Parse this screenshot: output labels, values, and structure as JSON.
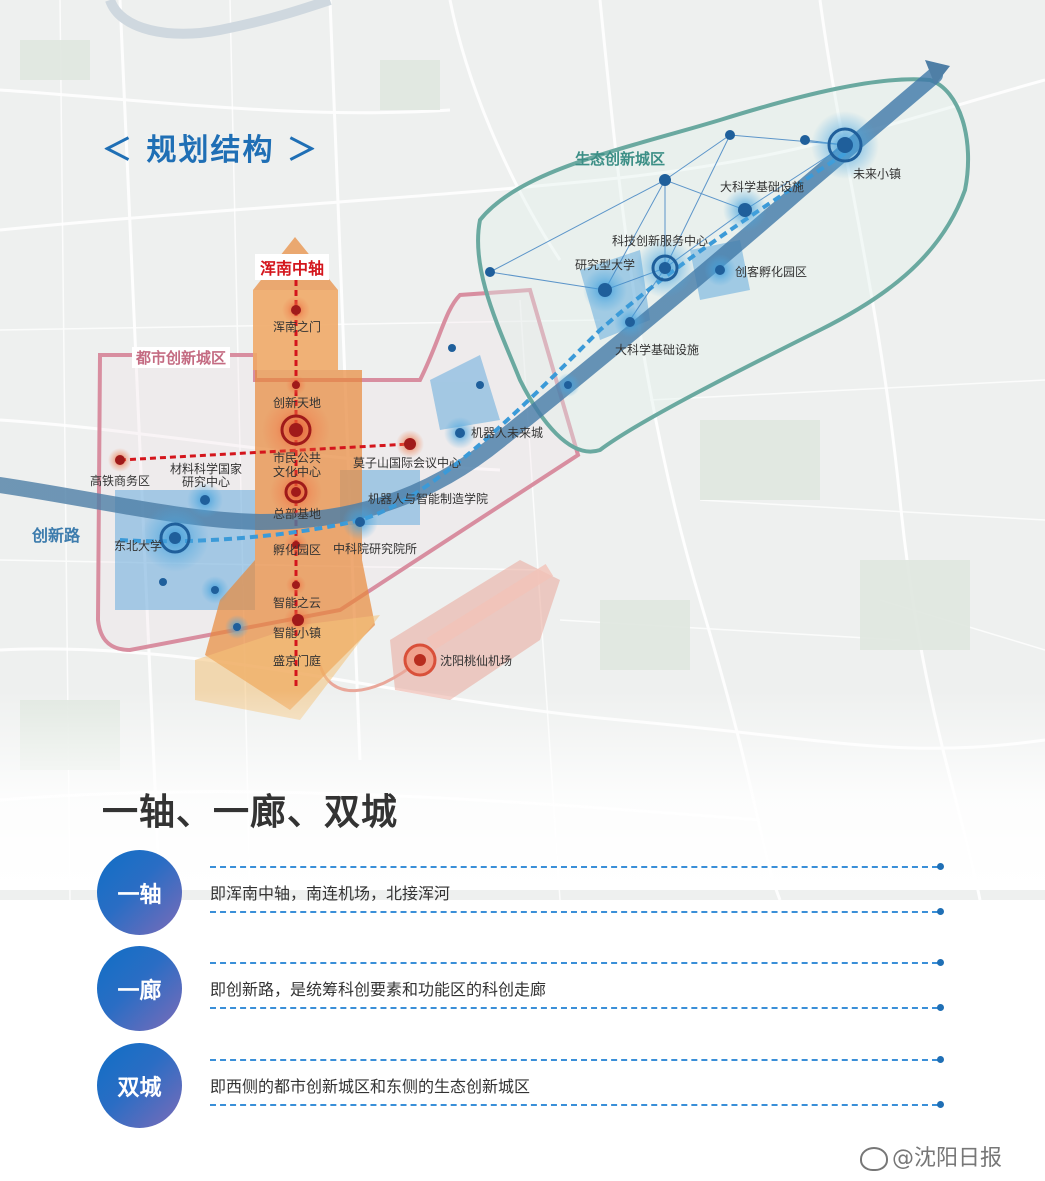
{
  "title": "规划结构",
  "map": {
    "axis_title": "浑南中轴",
    "corridor_label": "创新路",
    "zones": {
      "urban": "都市创新城区",
      "eco": "生态创新城区"
    },
    "labels": {
      "hunnan_gate": "浑南之门",
      "innovation_land": "创新天地",
      "civic_center": "市民公共文化中心",
      "hq_base": "总部基地",
      "mozi_center": "莫子山国际会议中心",
      "hsr_district": "高铁商务区",
      "materials_center": "材料科学国家研究中心",
      "neu": "东北大学",
      "incubation": "孵化园区",
      "cas_institutes": "中科院研究院所",
      "robot_academy": "机器人与智能制造学院",
      "robot_city": "机器人未来城",
      "smart_cloud": "智能之云",
      "smart_town": "智能小镇",
      "shengjing_court": "盛京门庭",
      "airport": "沈阳桃仙机场",
      "research_univ": "研究型大学",
      "tech_service": "科技创新服务中心",
      "big_sci_1": "大科学基础设施",
      "big_sci_2": "大科学基础设施",
      "maker_park": "创客孵化园区",
      "future_town": "未来小镇"
    }
  },
  "summary": {
    "title": "一轴、一廊、双城",
    "items": [
      {
        "badge": "一轴",
        "desc": "即浑南中轴，南连机场，北接浑河"
      },
      {
        "badge": "一廊",
        "desc": "即创新路，是统筹科创要素和功能区的科创走廊"
      },
      {
        "badge": "双城",
        "desc": "即西侧的都市创新城区和东侧的生态创新城区"
      }
    ]
  },
  "watermark": "@沈阳日报",
  "colors": {
    "accent_blue": "#1f6fb5",
    "axis_red": "#d4151c",
    "axis_orange": "#e8893a",
    "urban_zone": "#d88ea0",
    "eco_zone": "#6aa9a0",
    "corridor_blue": "#3d7cad"
  },
  "icons": [
    "weibo-icon"
  ]
}
